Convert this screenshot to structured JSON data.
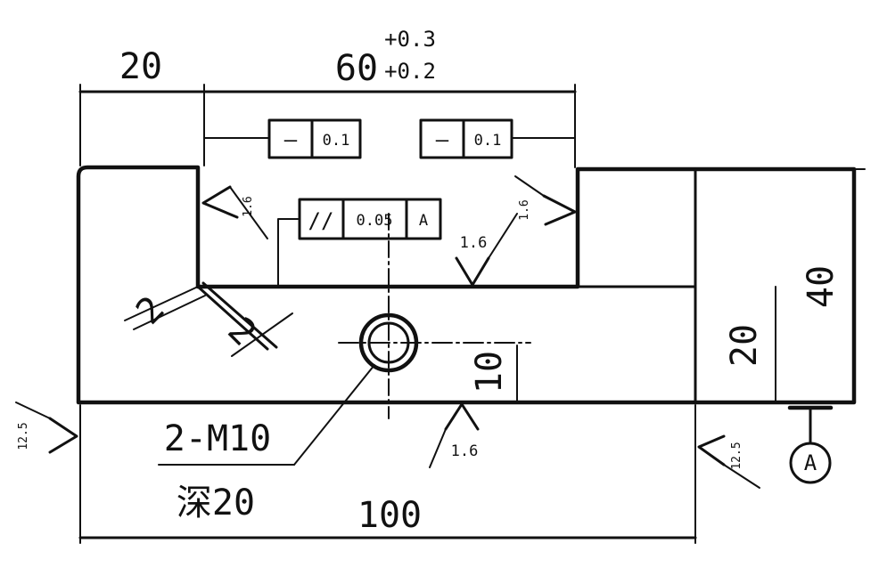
{
  "dimensions": {
    "left_width": "20",
    "center_width": "60",
    "center_tol_upper": "+0.3",
    "center_tol_lower": "+0.2",
    "total_width": "100",
    "right_height": "40",
    "inner_height": "20",
    "hole_height": "10",
    "chamfer_a": "2",
    "chamfer_b": "2"
  },
  "tolerances": {
    "flatness_left": {
      "symbol": "—",
      "value": "0.1"
    },
    "flatness_right": {
      "symbol": "—",
      "value": "0.1"
    },
    "parallelism": {
      "symbol": "//",
      "value": "0.05",
      "datum": "A"
    }
  },
  "roughness": {
    "slot_left": "1.6",
    "slot_right": "1.6",
    "slot_bottom": "1.6",
    "bottom_face": "1.6",
    "outer_left": "12.5",
    "outer_right": "12.5"
  },
  "thread_note": {
    "spec": "2-M10",
    "depth": "深20"
  },
  "datum": {
    "label": "A"
  }
}
